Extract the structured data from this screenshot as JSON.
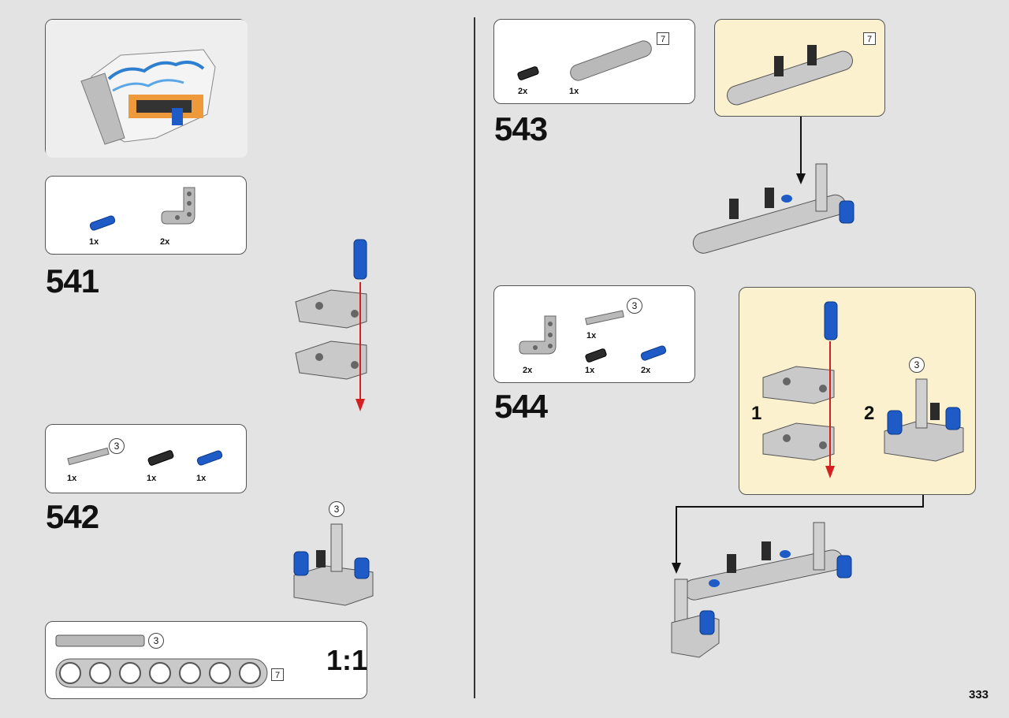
{
  "page_number": "333",
  "steps": [
    {
      "number": "541",
      "parts": [
        {
          "qty": "1x"
        },
        {
          "qty": "2x"
        }
      ]
    },
    {
      "number": "542",
      "parts": [
        {
          "qty": "1x",
          "length": "3"
        },
        {
          "qty": "1x"
        },
        {
          "qty": "1x"
        }
      ],
      "callout_length": "3"
    },
    {
      "number": "543",
      "parts": [
        {
          "qty": "2x"
        },
        {
          "qty": "1x",
          "length": "7"
        }
      ],
      "callout_length": "7"
    },
    {
      "number": "544",
      "parts": [
        {
          "qty": "2x"
        },
        {
          "qty": "1x",
          "length": "3"
        },
        {
          "qty": "1x"
        },
        {
          "qty": "2x"
        }
      ],
      "substeps": [
        "1",
        "2"
      ],
      "callout_length": "3"
    }
  ],
  "scale_ruler": {
    "label": "1:1",
    "axle_length": "3",
    "beam_length": "7"
  },
  "colors": {
    "background": "#e3e3e3",
    "callout": "#fbf1cf",
    "part_gray": "#b9b9b9",
    "pin_blue": "#1e5bc6",
    "arrow_red": "#d42020"
  }
}
